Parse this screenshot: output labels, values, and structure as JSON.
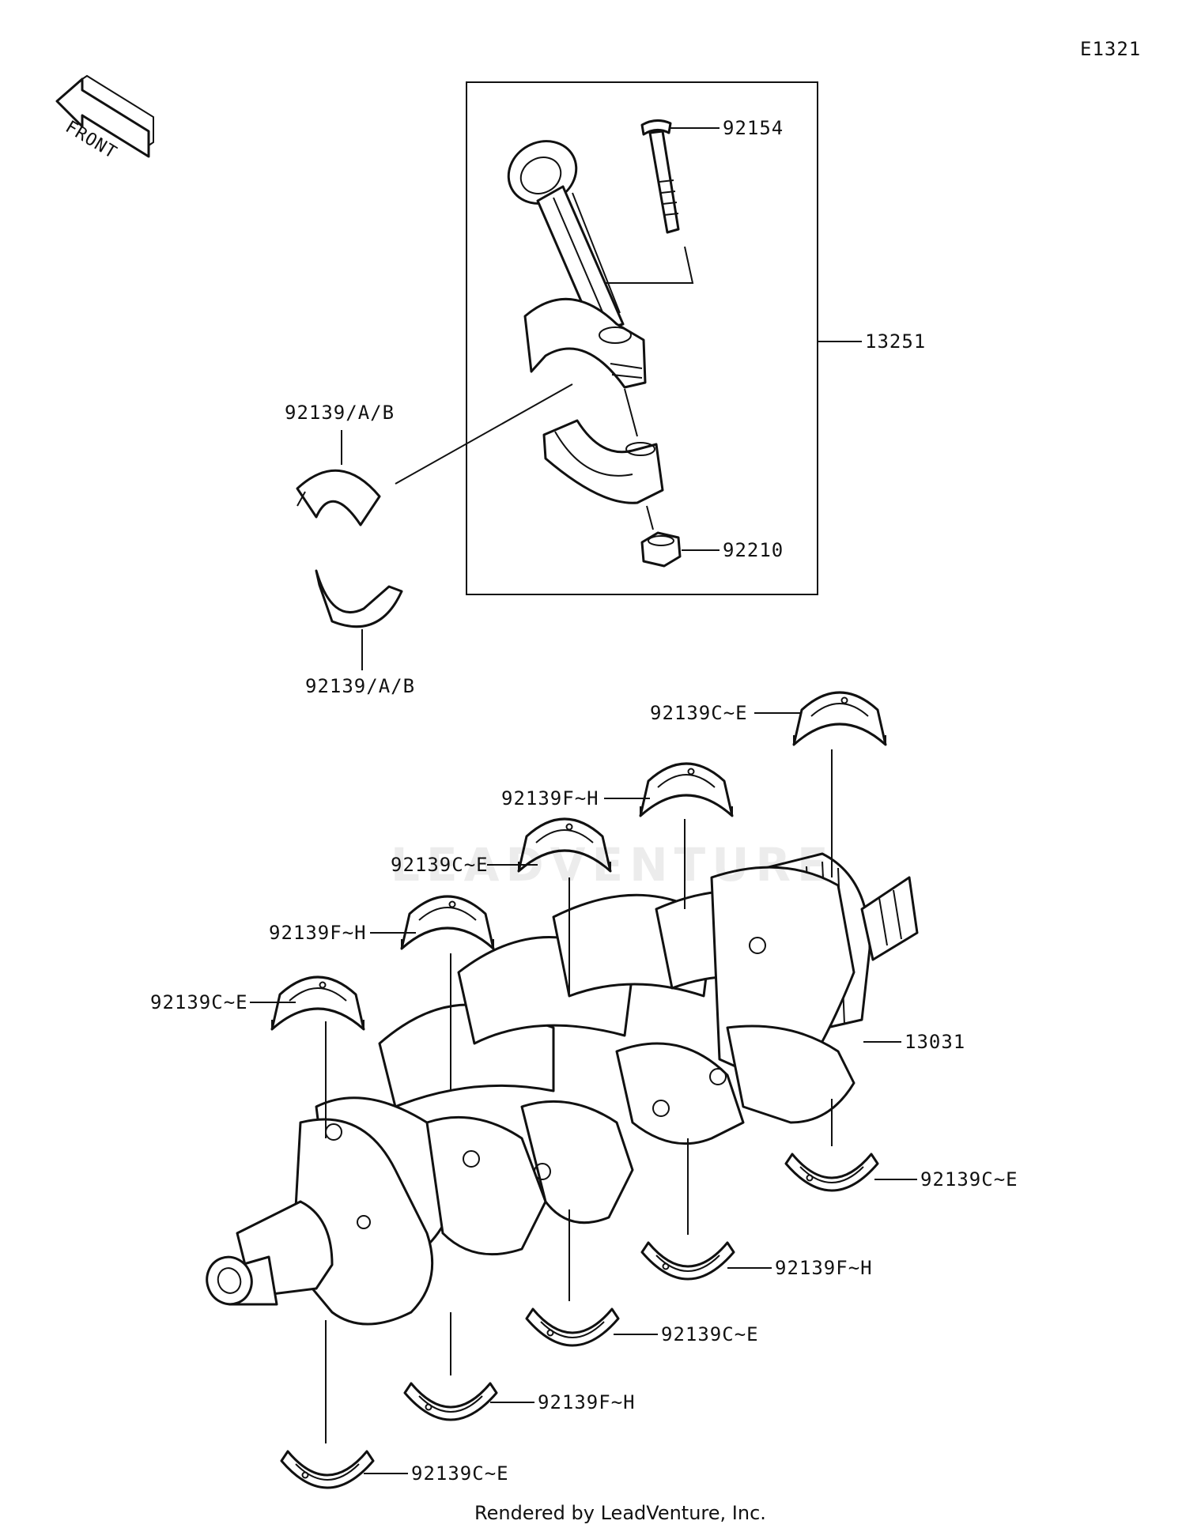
{
  "diagram_id": "E1321",
  "front_marker": "FRONT",
  "footer": "Rendered by LeadVenture, Inc.",
  "watermark": "LEADVENTURE",
  "parts": {
    "bolt": "92154",
    "connecting_rod_assy": "13251",
    "nut": "92210",
    "rod_bearing_upper": "92139/A/B",
    "rod_bearing_lower": "92139/A/B",
    "crankshaft": "13031",
    "main_bearing_1": "92139C~E",
    "main_bearing_2": "92139F~H",
    "main_bearing_3": "92139C~E",
    "main_bearing_4": "92139F~H",
    "main_bearing_5": "92139C~E",
    "main_bearing_6": "92139C~E",
    "main_bearing_7": "92139F~H",
    "main_bearing_8": "92139C~E",
    "main_bearing_9": "92139F~H",
    "main_bearing_10": "92139C~E"
  }
}
